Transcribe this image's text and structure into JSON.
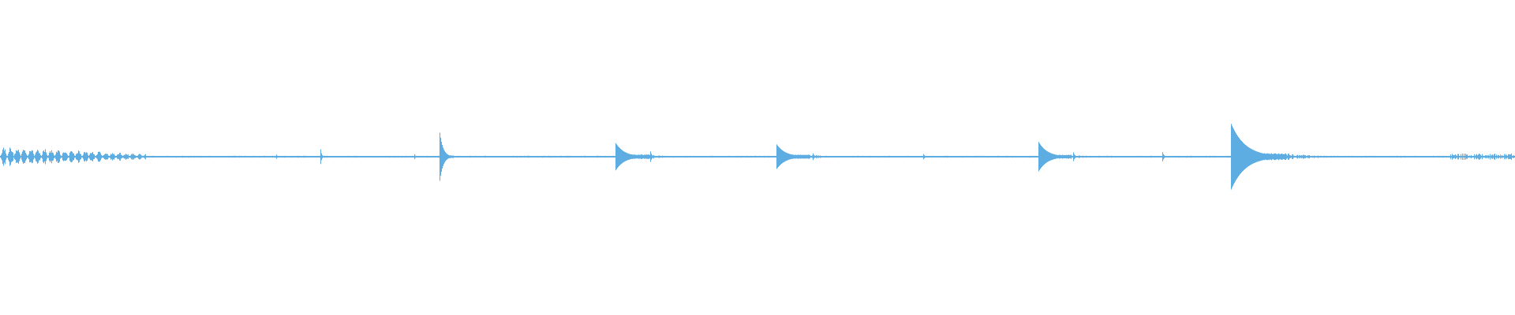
{
  "waveform": {
    "color": "#5dade2",
    "background": "#ffffff",
    "baseline_amplitude": 0.004,
    "segments": [
      {
        "type": "speech",
        "start": 0.0,
        "end": 0.096,
        "amp": 0.055
      },
      {
        "type": "noise",
        "start": 0.956,
        "end": 1.0,
        "amp": 0.02
      }
    ],
    "transients": [
      {
        "t": 0.182,
        "amp": 0.02,
        "decay": 0.002,
        "tail_amp": 0.005
      },
      {
        "t": 0.211,
        "amp": 0.09,
        "decay": 0.002,
        "tail_amp": 0.006
      },
      {
        "t": 0.273,
        "amp": 0.03,
        "decay": 0.002,
        "tail_amp": 0.005
      },
      {
        "t": 0.29,
        "amp": 0.16,
        "decay": 0.008,
        "tail_amp": 0.01
      },
      {
        "t": 0.406,
        "amp": 0.09,
        "decay": 0.022,
        "tail_amp": 0.015
      },
      {
        "t": 0.429,
        "amp": 0.04,
        "decay": 0.003,
        "tail_amp": 0.006
      },
      {
        "t": 0.512,
        "amp": 0.085,
        "decay": 0.022,
        "tail_amp": 0.014
      },
      {
        "t": 0.536,
        "amp": 0.035,
        "decay": 0.003,
        "tail_amp": 0.006
      },
      {
        "t": 0.609,
        "amp": 0.025,
        "decay": 0.003,
        "tail_amp": 0.005
      },
      {
        "t": 0.685,
        "amp": 0.1,
        "decay": 0.022,
        "tail_amp": 0.013
      },
      {
        "t": 0.708,
        "amp": 0.04,
        "decay": 0.003,
        "tail_amp": 0.006
      },
      {
        "t": 0.767,
        "amp": 0.035,
        "decay": 0.003,
        "tail_amp": 0.005
      },
      {
        "t": 0.812,
        "amp": 0.22,
        "decay": 0.036,
        "tail_amp": 0.022
      },
      {
        "t": 0.848,
        "amp": 0.03,
        "decay": 0.004,
        "tail_amp": 0.008
      }
    ]
  }
}
